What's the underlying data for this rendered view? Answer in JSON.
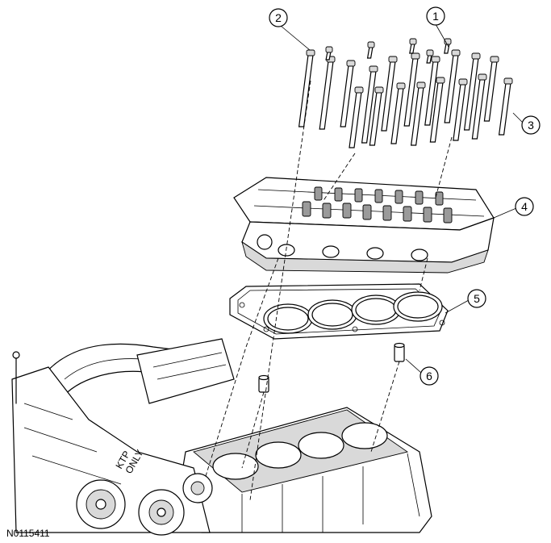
{
  "figure_id": "N0115411",
  "callouts": [
    {
      "id": "1",
      "label": "1"
    },
    {
      "id": "2",
      "label": "2"
    },
    {
      "id": "3",
      "label": "3"
    },
    {
      "id": "4",
      "label": "4"
    },
    {
      "id": "5",
      "label": "5"
    },
    {
      "id": "6",
      "label": "6"
    }
  ],
  "block_stamp": {
    "line1": "KTP",
    "line2": "ONLY"
  }
}
